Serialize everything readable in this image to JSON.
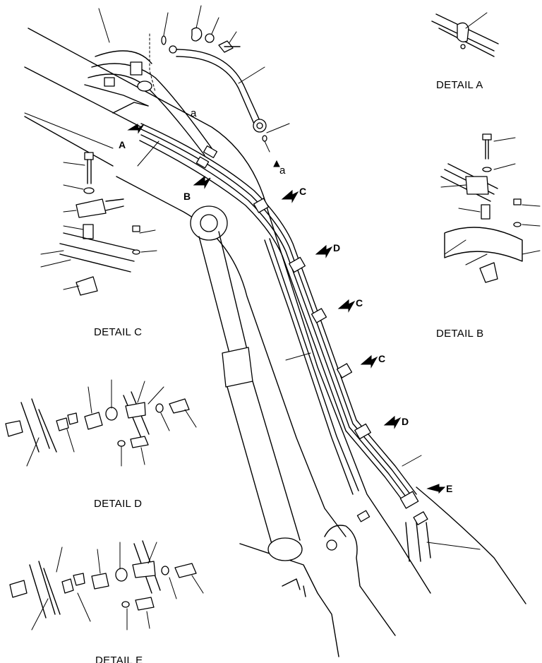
{
  "captions": {
    "detail_a": "DETAIL A",
    "detail_b": "DETAIL B",
    "detail_c": "DETAIL C",
    "detail_d": "DETAIL D",
    "detail_e": "DETAIL E"
  },
  "view_arrows": {
    "a": "A",
    "b": "B",
    "c1": "C",
    "d1": "D",
    "c2": "C",
    "c3": "C",
    "d2": "D",
    "e": "E"
  },
  "connection_marks": {
    "upper": "a",
    "lower": "a"
  }
}
